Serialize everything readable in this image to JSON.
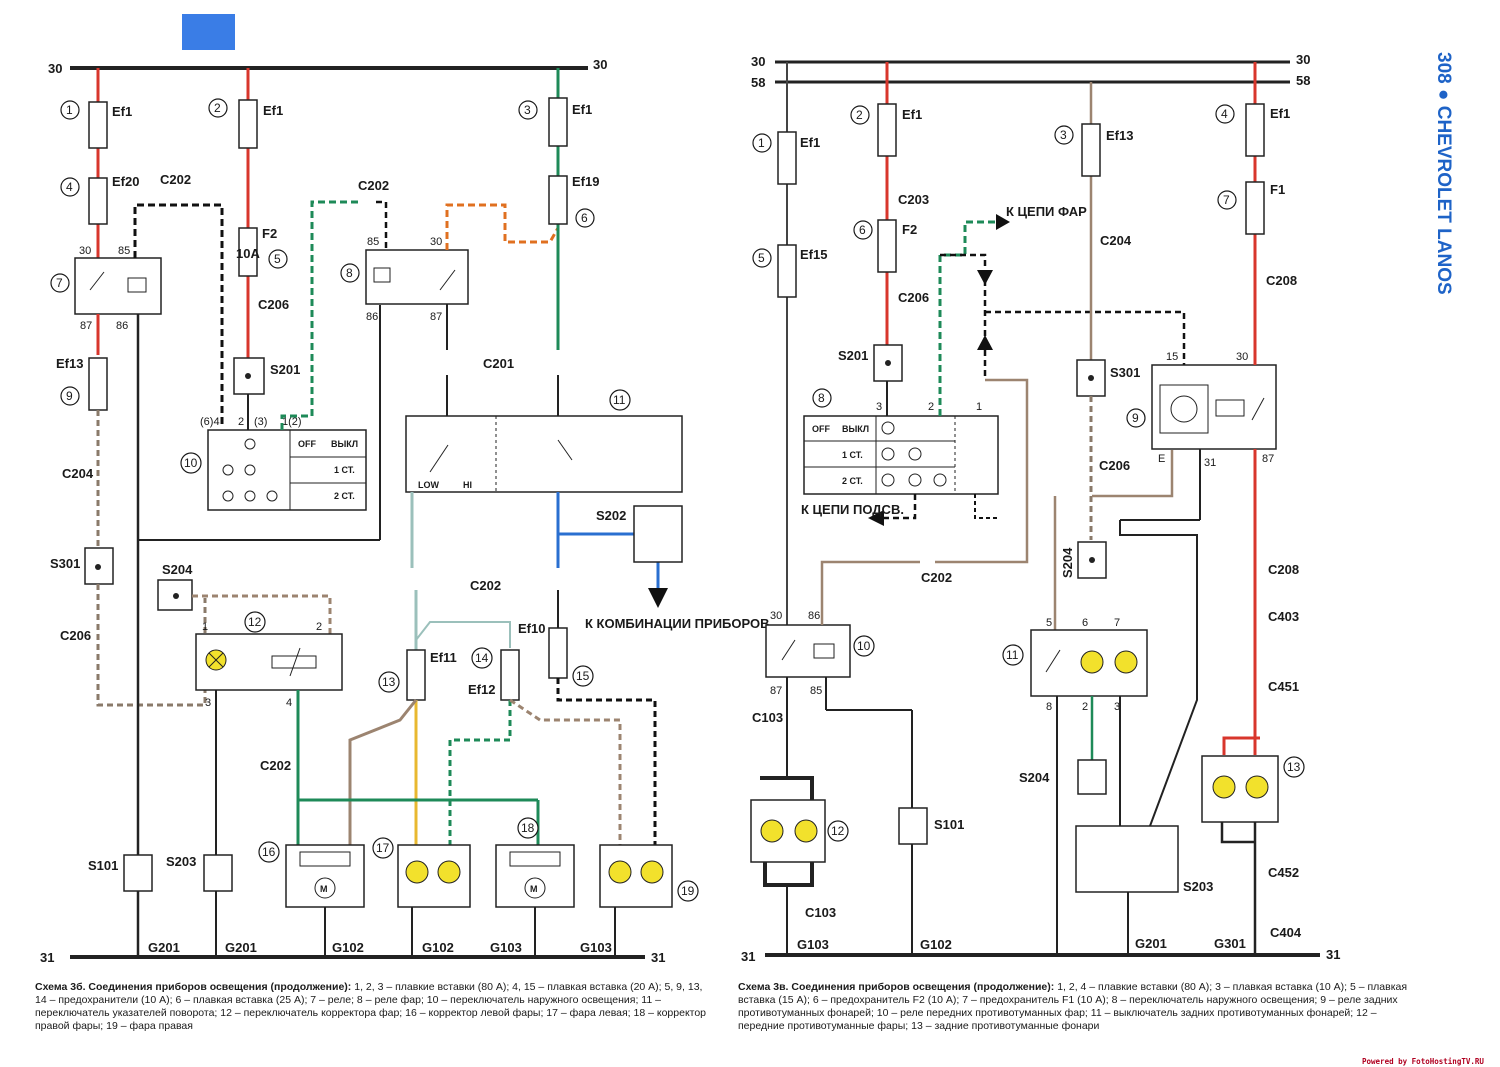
{
  "page": {
    "number_title": "308 ● CHEVROLET LANOS",
    "footer_credit": "Powered by FotoHostingTV.RU"
  },
  "left": {
    "bus_labels": {
      "top_left": "30",
      "top_right": "30",
      "bottom_left": "31",
      "bottom_right": "31"
    },
    "components": {
      "ef1_a": "Ef1",
      "ef1_b": "Ef1",
      "ef1_c": "Ef1",
      "ef20": "Ef20",
      "ef19": "Ef19",
      "ef13": "Ef13",
      "f2": "F2",
      "f2_val": "10A",
      "ef10": "Ef10",
      "ef11": "Ef11",
      "ef12": "Ef12",
      "c202_a": "C202",
      "c202_b": "C202",
      "c202_c": "C202",
      "c202_d": "C202",
      "c201": "C201",
      "c204": "C204",
      "c206_a": "C206",
      "c206_b": "C206",
      "s201": "S201",
      "s202": "S202",
      "s204": "S204",
      "s301": "S301",
      "s101": "S101",
      "s203": "S203",
      "g201_a": "G201",
      "g201_b": "G201",
      "g102_a": "G102",
      "g102_b": "G102",
      "g103_a": "G103",
      "g103_b": "G103",
      "off": "OFF",
      "vykl": "ВЫКЛ",
      "st1": "1 СТ.",
      "st2": "2 СТ.",
      "low": "LOW",
      "hi": "HI",
      "to_instruments": "К КОМБИНАЦИИ ПРИБОРОВ"
    },
    "callouts": [
      "1",
      "2",
      "3",
      "4",
      "5",
      "6",
      "7",
      "8",
      "9",
      "10",
      "11",
      "12",
      "13",
      "14",
      "15",
      "16",
      "17",
      "18",
      "19"
    ]
  },
  "right": {
    "bus_labels": {
      "top_left_30": "30",
      "top_left_58": "58",
      "top_right_30": "30",
      "top_right_58": "58",
      "bottom_left": "31",
      "bottom_right": "31"
    },
    "components": {
      "ef1_a": "Ef1",
      "ef1_b": "Ef1",
      "ef1_c": "Ef1",
      "ef15": "Ef15",
      "ef13": "Ef13",
      "f2": "F2",
      "f1": "F1",
      "c203": "C203",
      "c206": "C206",
      "c204": "C204",
      "c208_a": "C208",
      "c208_b": "C208",
      "c202": "C202",
      "c103_a": "C103",
      "c103_b": "C103",
      "c206_b": "C206",
      "c403": "C403",
      "c451": "C451",
      "c452": "C452",
      "c404": "C404",
      "s201": "S201",
      "s301": "S301",
      "s204_a": "S204",
      "s204_b": "S204",
      "s101": "S101",
      "s203": "S203",
      "g103": "G103",
      "g102": "G102",
      "g201": "G201",
      "g301": "G301",
      "to_headlights": "К ЦЕПИ ФАР",
      "to_backlight": "К ЦЕПИ ПОДСВ.",
      "off": "OFF",
      "vykl": "ВЫКЛ",
      "st1": "1 СТ.",
      "st2": "2 СТ."
    }
  },
  "captions": {
    "left_title": "Схема 3б. Соединения приборов освещения (продолжение):",
    "left_text": " 1, 2, 3 – плавкие вставки (80 А); 4, 15 – плавкая вставка (20 А); 5, 9, 13, 14 – предохранители (10 А); 6 – плавкая вставка (25 А); 7 – реле; 8 – реле фар; 10 – переключатель наружного освещения; 11 – переключатель указателей поворота; 12 – переключатель корректора фар; 16 – корректор левой фары; 17 – фара левая; 18 – корректор правой фары; 19 – фара правая",
    "right_title": "Схема 3в. Соединения приборов освещения (продолжение):",
    "right_text": " 1, 2, 4 – плавкие вставки (80 А); 3 – плавкая вставка (10 А); 5 – плавкая вставка (15 А); 6 – предохранитель F2 (10 А); 7 – предохранитель F1 (10 А); 8 – переключатель наружного освещения; 9 – реле задних противотуманных фонарей; 10 – реле передних противотуманных фар; 11 – выключатель задних противотуманных фонарей; 12 – передние противотуманные фары; 13 – задние противотуманные фонари"
  }
}
